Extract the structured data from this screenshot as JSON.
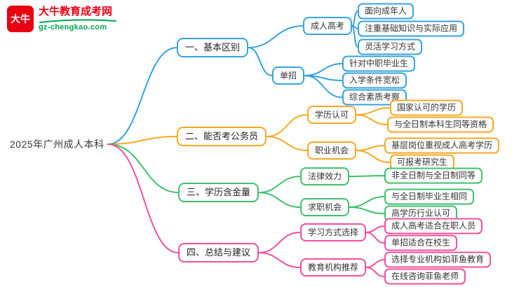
{
  "logo": {
    "badge_text": "大牛",
    "brand": "大牛教育成考网",
    "domain": "gz-chengkao.com",
    "brand_color": "#e60012",
    "domain_color": "#00a651"
  },
  "root_label": "2025年广州成人本科",
  "colors": {
    "branch1": "#36a3e0",
    "branch2": "#f7a823",
    "branch3": "#3fc16c",
    "branch4": "#f0509e"
  },
  "branches": [
    {
      "label": "一、基本区别",
      "children": [
        {
          "label": "成人高考",
          "children": [
            {
              "label": "面向成年人"
            },
            {
              "label": "注重基础知识与实际应用"
            },
            {
              "label": "灵活学习方式"
            }
          ]
        },
        {
          "label": "单招",
          "children": [
            {
              "label": "针对中职毕业生"
            },
            {
              "label": "入学条件宽松"
            },
            {
              "label": "综合素质考察"
            }
          ]
        }
      ]
    },
    {
      "label": "二、能否考公务员",
      "children": [
        {
          "label": "学历认可",
          "children": [
            {
              "label": "国家认可的学历"
            },
            {
              "label": "与全日制本科生同等资格"
            }
          ]
        },
        {
          "label": "职业机会",
          "children": [
            {
              "label": "基层岗位重视成人高考学历"
            },
            {
              "label": "可报考研究生"
            }
          ]
        }
      ]
    },
    {
      "label": "三、学历含金量",
      "children": [
        {
          "label": "法律效力",
          "children": [
            {
              "label": "非全日制与全日制同等"
            }
          ]
        },
        {
          "label": "求职机会",
          "children": [
            {
              "label": "与全日制毕业生相同"
            },
            {
              "label": "高学历行业认可"
            }
          ]
        }
      ]
    },
    {
      "label": "四、总结与建议",
      "children": [
        {
          "label": "学习方式选择",
          "children": [
            {
              "label": "成人高考适合在职人员"
            },
            {
              "label": "单招适合在校生"
            }
          ]
        },
        {
          "label": "教育机构推荐",
          "children": [
            {
              "label": "选择专业机构如菲鱼教育"
            },
            {
              "label": "在线咨询菲鱼老师"
            }
          ]
        }
      ]
    }
  ]
}
